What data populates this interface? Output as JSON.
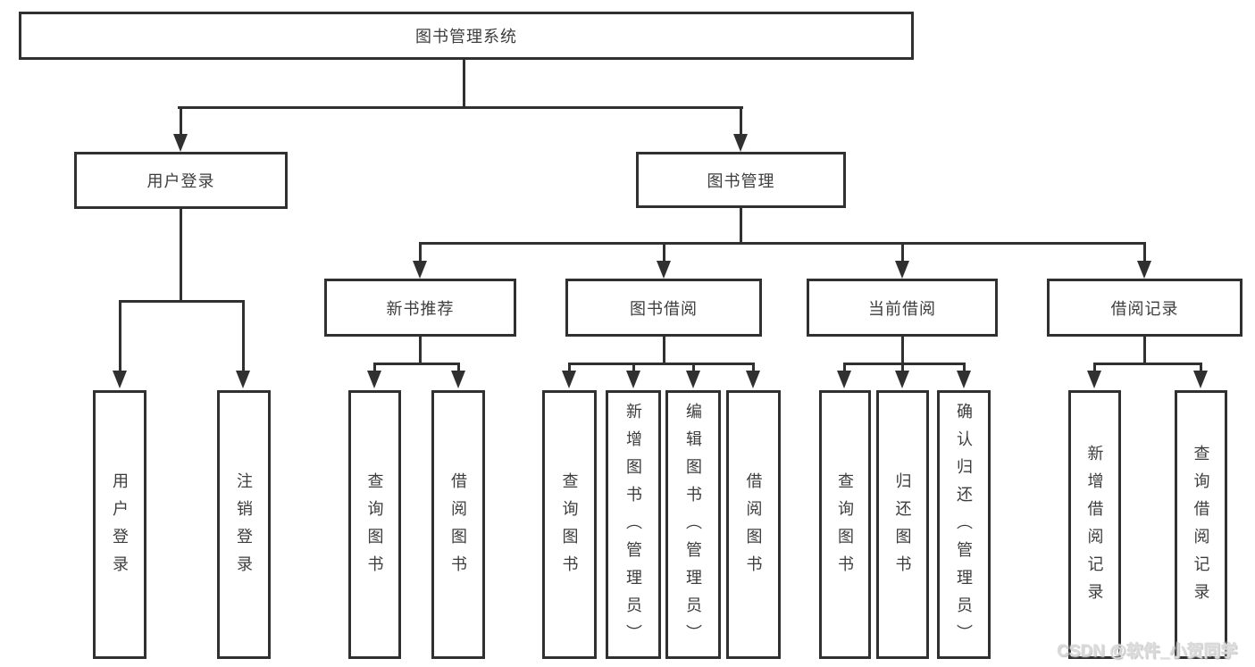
{
  "tree": {
    "root": "图书管理系统",
    "branches": [
      {
        "label": "用户登录",
        "children": [
          "用户登录",
          "注销登录"
        ]
      },
      {
        "label": "图书管理",
        "groups": [
          {
            "label": "新书推荐",
            "children": [
              "查询图书",
              "借阅图书"
            ]
          },
          {
            "label": "图书借阅",
            "children": [
              "查询图书",
              "新增图书（管理员）",
              "编辑图书（管理员）",
              "借阅图书"
            ]
          },
          {
            "label": "当前借阅",
            "children": [
              "查询图书",
              "归还图书",
              "确认归还（管理员）"
            ]
          },
          {
            "label": "借阅记录",
            "children": [
              "新增借阅记录",
              "查询借阅记录"
            ]
          }
        ]
      }
    ]
  },
  "watermark": "CSDN @软件_小贺同学",
  "colors": {
    "line": "#303030",
    "text": "#3d3d3d",
    "background": "#ffffff",
    "watermark": "#d9d9d9"
  }
}
